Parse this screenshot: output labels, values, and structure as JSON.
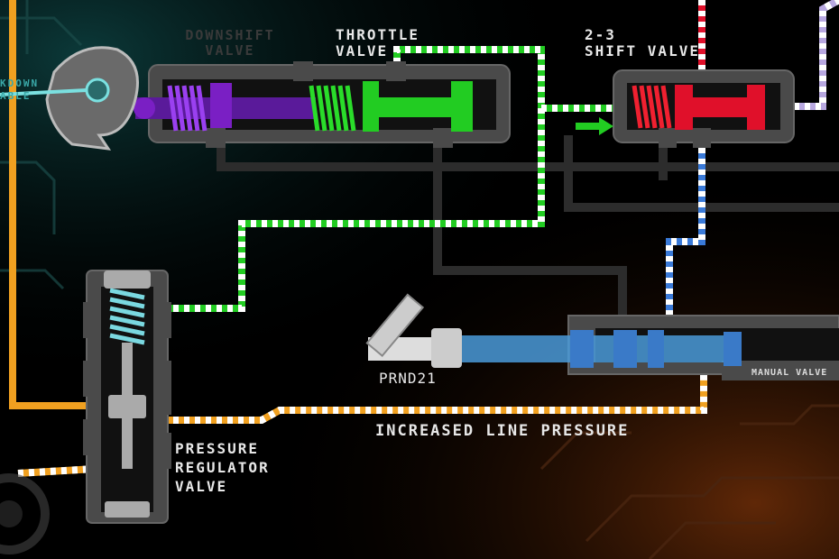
{
  "labels": {
    "downshift_valve": [
      "DOWNSHIFT",
      "VALVE"
    ],
    "throttle_valve": [
      "THROTTLE",
      "VALVE"
    ],
    "shift_valve": [
      "2-3",
      "SHIFT VALVE"
    ],
    "kickdown_cable": [
      "KDOWN",
      "ABLE"
    ],
    "prnd21": "PRND21",
    "manual_valve": "MANUAL VALVE",
    "increased_line_pressure": "INCREASED LINE PRESSURE",
    "pressure_regulator_valve": [
      "PRESSURE",
      "REGULATOR",
      "VALVE"
    ]
  },
  "colors": {
    "background": "#000000",
    "circuit_teal": "#0c3a3a",
    "circuit_orange": "#5a2a0a",
    "valve_body": "#4a4a4a",
    "valve_body_dark": "#2a2a2a",
    "downshift_purple": "#7a1fc4",
    "throttle_green": "#22cc22",
    "shift_red": "#e0102a",
    "manual_blue": "#4a9ad8",
    "regulator_cyan": "#7ad8e0",
    "line_orange": "#f0a020",
    "line_white": "#ffffff",
    "line_lavender": "#b8a8e0",
    "cam_gray": "#6a6a6a"
  },
  "icons": [
    "kickdown-cam-icon",
    "flow-arrow-icon",
    "shift-lever-icon",
    "gear-icon"
  ]
}
